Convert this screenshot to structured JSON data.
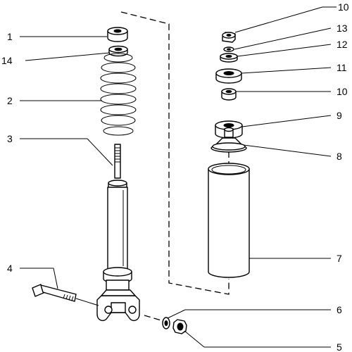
{
  "callouts": {
    "left_1": "1",
    "left_14": "14",
    "left_2": "2",
    "left_3": "3",
    "left_4": "4",
    "right_10a": "10",
    "right_13": "13",
    "right_12": "12",
    "right_11": "11",
    "right_10b": "10",
    "right_9": "9",
    "right_8": "8",
    "right_7": "7",
    "right_6": "6",
    "right_5": "5"
  }
}
